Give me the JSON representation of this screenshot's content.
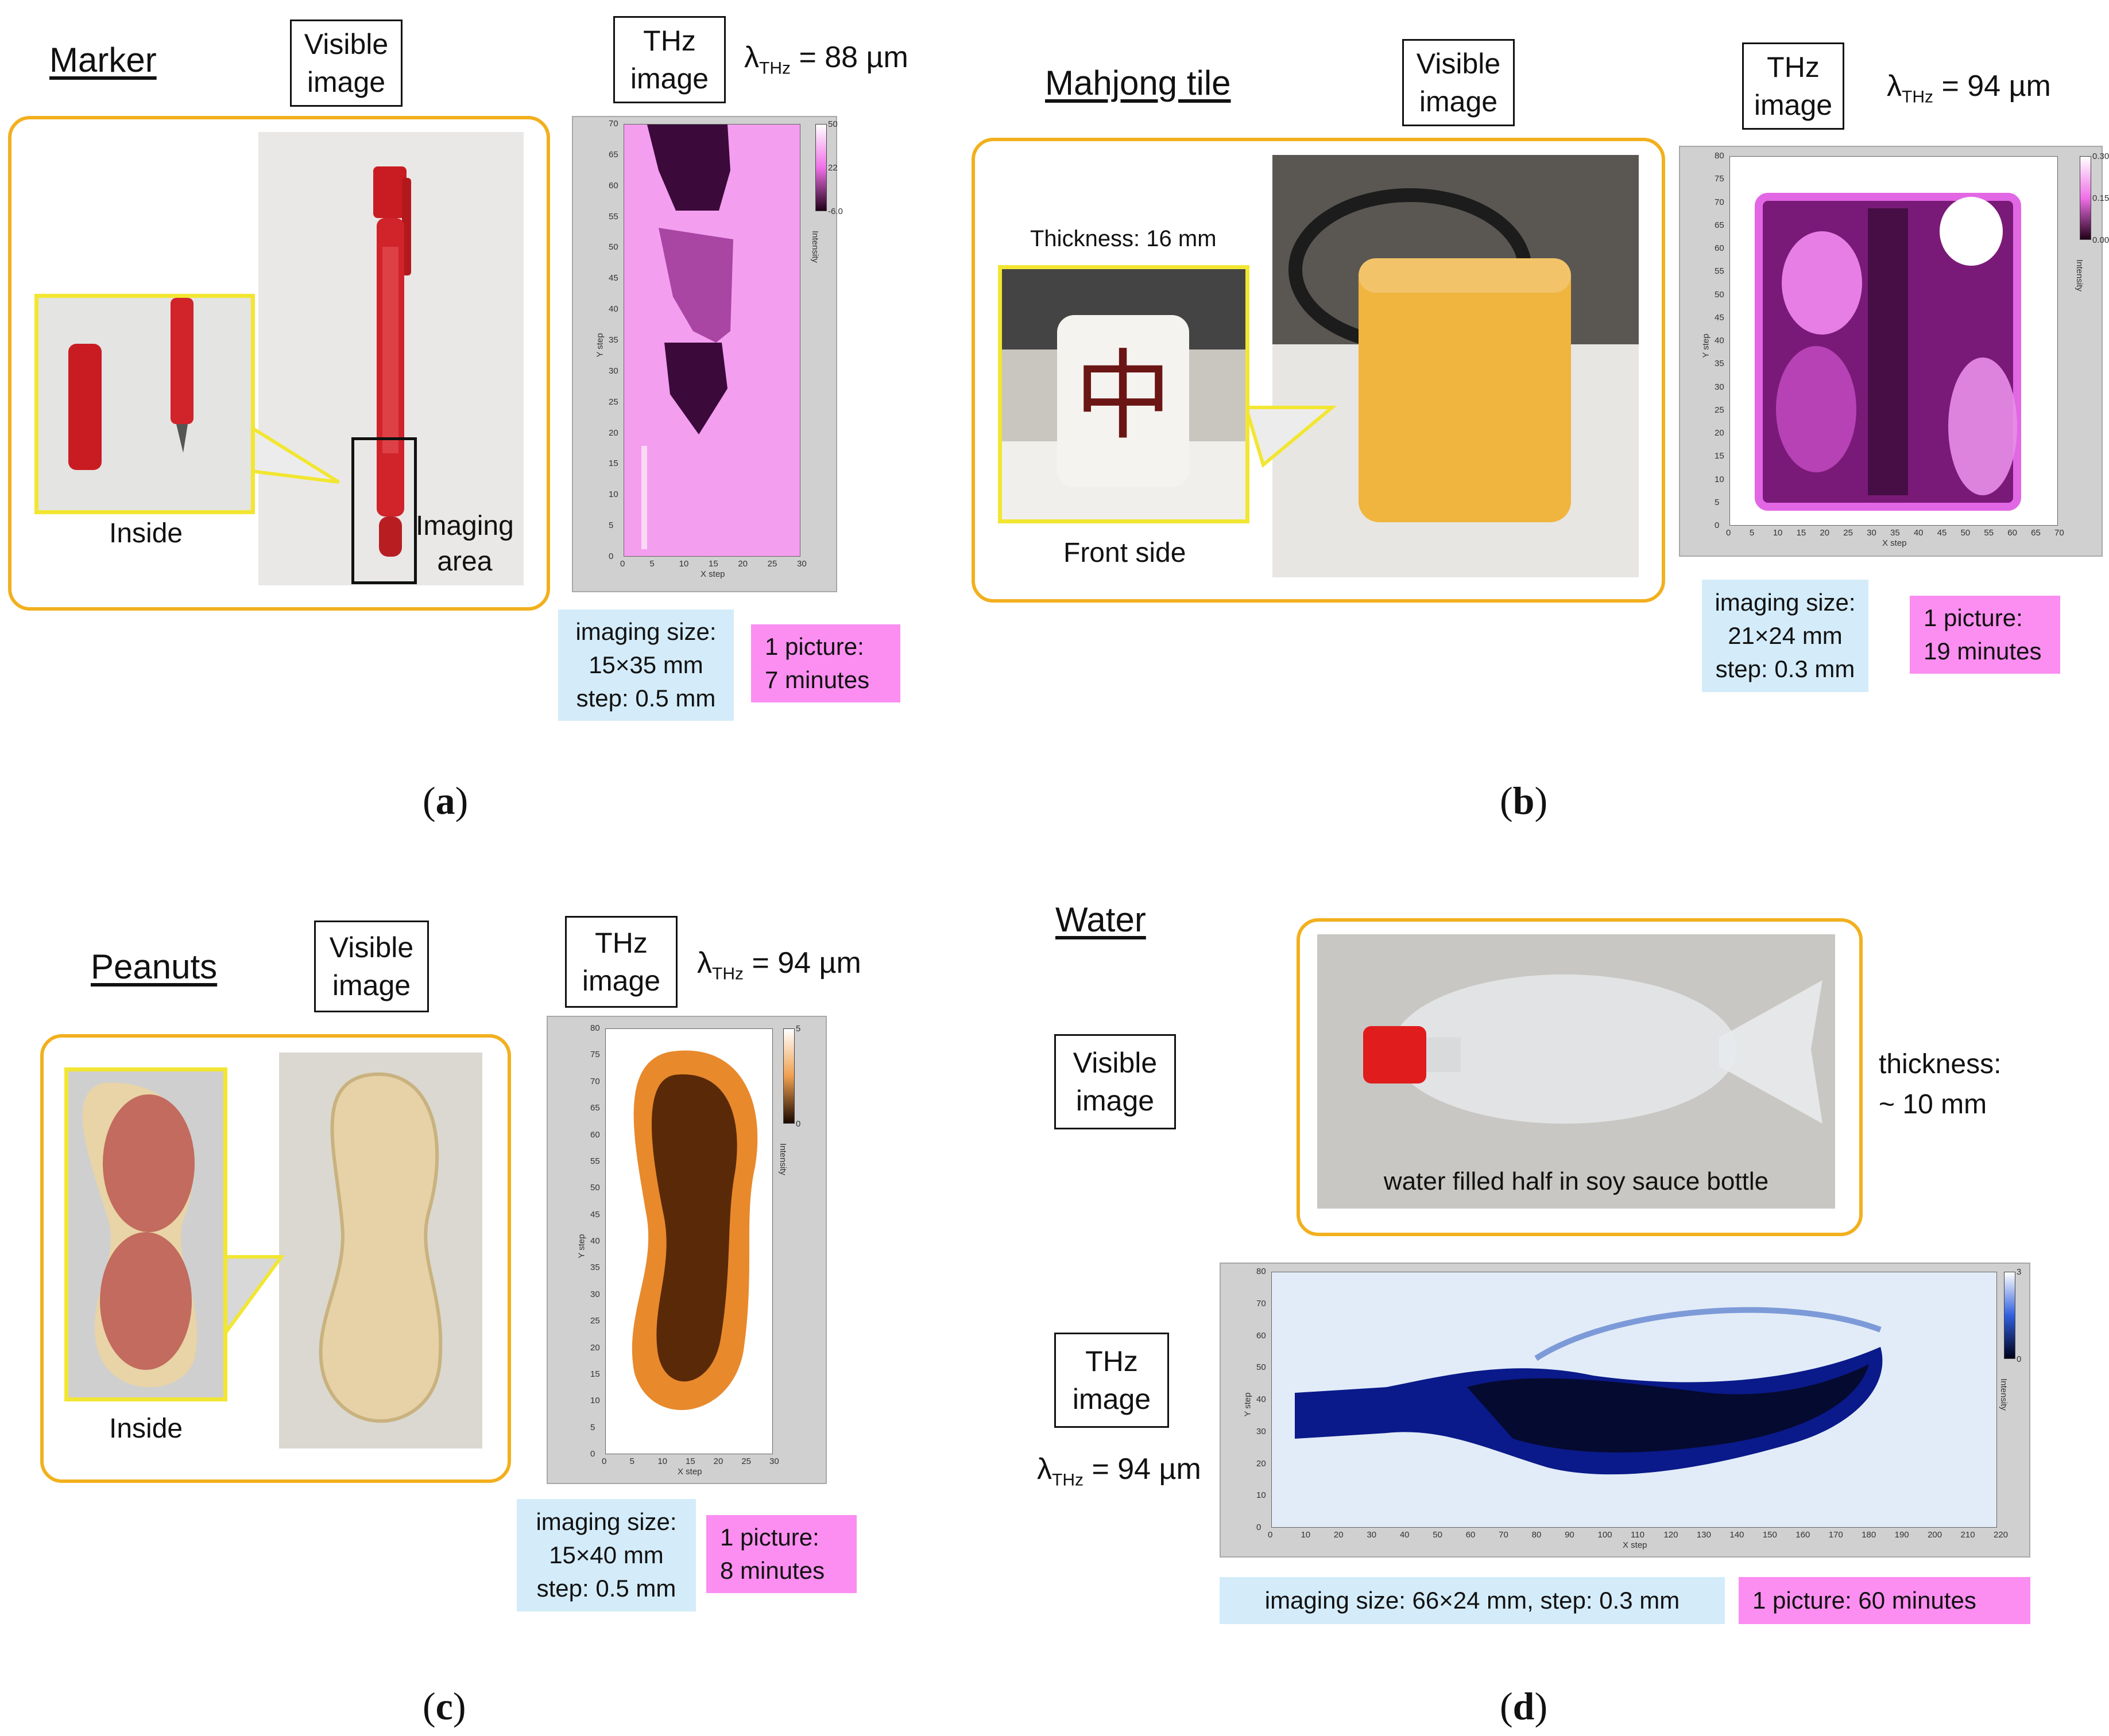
{
  "panels": {
    "a": {
      "title": "Marker",
      "visible_label": "Visible\nimage",
      "thz_label": "THz\nimage",
      "lambda_prefix": "λ",
      "lambda_sub": "THz",
      "lambda_value": " = 88 µm",
      "inside_label": "Inside",
      "imaging_area_label": "Imaging\narea",
      "info_size": "imaging size:\n15×35 mm\nstep: 0.5 mm",
      "info_time": "1 picture:\n7 minutes",
      "caption_letter": "a",
      "thz_plot": {
        "x_axis_label": "X step",
        "y_axis_label": "Y step",
        "x_ticks": [
          "0",
          "5",
          "10",
          "15",
          "20",
          "25",
          "30"
        ],
        "y_ticks": [
          "0",
          "5",
          "10",
          "15",
          "20",
          "25",
          "30",
          "35",
          "40",
          "45",
          "50",
          "55",
          "60",
          "65",
          "70"
        ],
        "cbar_label": "Intensity",
        "cbar_ticks": [
          "50",
          "22",
          "-6.0"
        ]
      }
    },
    "b": {
      "title": "Mahjong tile",
      "visible_label": "Visible\nimage",
      "thz_label": "THz\nimage",
      "lambda_prefix": "λ",
      "lambda_sub": "THz",
      "lambda_value": " = 94 µm",
      "thickness_label": "Thickness: 16 mm",
      "front_label": "Front side",
      "tile_glyph": "中",
      "info_size": "imaging size:\n21×24 mm\nstep: 0.3 mm",
      "info_time": "1 picture:\n19 minutes",
      "caption_letter": "b",
      "thz_plot": {
        "x_axis_label": "X step",
        "y_axis_label": "Y step",
        "x_ticks": [
          "0",
          "5",
          "10",
          "15",
          "20",
          "25",
          "30",
          "35",
          "40",
          "45",
          "50",
          "55",
          "60",
          "65",
          "70"
        ],
        "y_ticks": [
          "0",
          "5",
          "10",
          "15",
          "20",
          "25",
          "30",
          "35",
          "40",
          "45",
          "50",
          "55",
          "60",
          "65",
          "70",
          "75",
          "80"
        ],
        "cbar_label": "Intensity",
        "cbar_ticks": [
          "0.30",
          "0.15",
          "0.00"
        ]
      }
    },
    "c": {
      "title": "Peanuts",
      "visible_label": "Visible\nimage",
      "thz_label": "THz\nimage",
      "lambda_prefix": "λ",
      "lambda_sub": "THz",
      "lambda_value": " = 94 µm",
      "inside_label": "Inside",
      "info_size": "imaging size:\n15×40 mm\nstep: 0.5 mm",
      "info_time": "1 picture:\n8 minutes",
      "caption_letter": "c",
      "thz_plot": {
        "x_axis_label": "X step",
        "y_axis_label": "Y step",
        "x_ticks": [
          "0",
          "5",
          "10",
          "15",
          "20",
          "25",
          "30"
        ],
        "y_ticks": [
          "0",
          "5",
          "10",
          "15",
          "20",
          "25",
          "30",
          "35",
          "40",
          "45",
          "50",
          "55",
          "60",
          "65",
          "70",
          "75",
          "80"
        ],
        "cbar_label": "Intensity",
        "cbar_ticks": [
          "5",
          "0"
        ]
      }
    },
    "d": {
      "title": "Water",
      "visible_label": "Visible\nimage",
      "thz_label": "THz\nimage",
      "lambda_prefix": "λ",
      "lambda_sub": "THz",
      "lambda_value": " = 94 µm",
      "thickness_label": "thickness:\n~ 10 mm",
      "photo_caption": "water filled half in soy sauce bottle",
      "info_size": "imaging size: 66×24 mm, step: 0.3 mm",
      "info_time": "1 picture: 60 minutes",
      "caption_letter": "d",
      "thz_plot": {
        "x_axis_label": "X step",
        "y_axis_label": "Y step",
        "x_ticks": [
          "0",
          "10",
          "20",
          "30",
          "40",
          "50",
          "60",
          "70",
          "80",
          "90",
          "100",
          "110",
          "120",
          "130",
          "140",
          "150",
          "160",
          "170",
          "180",
          "190",
          "200",
          "210",
          "220"
        ],
        "y_ticks": [
          "0",
          "10",
          "20",
          "30",
          "40",
          "50",
          "60",
          "70",
          "80"
        ],
        "cbar_label": "Intensity",
        "cbar_ticks": [
          "3",
          "0"
        ]
      }
    }
  },
  "colors": {
    "panel_border": "#f2b01e",
    "callout_border": "#f2e632",
    "info_blue": "#d4ecf9",
    "info_pink": "#fb8ef0",
    "marker_red": "#d0232a",
    "thz_magenta": "#f49ef0",
    "thz_orange": "#e8892c",
    "thz_blue": "#0a1a8a"
  }
}
